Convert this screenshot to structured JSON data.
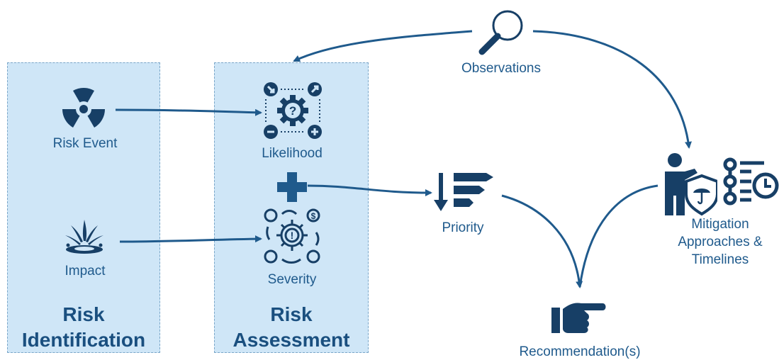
{
  "panels": {
    "identification": {
      "title_line1": "Risk",
      "title_line2": "Identification"
    },
    "assessment": {
      "title_line1": "Risk",
      "title_line2": "Assessment"
    }
  },
  "nodes": {
    "risk_event": "Risk Event",
    "impact": "Impact",
    "likelihood": "Likelihood",
    "severity": "Severity",
    "priority": "Priority",
    "observations": "Observations",
    "mitigation_line1": "Mitigation",
    "mitigation_line2": "Approaches &",
    "mitigation_line3": "Timelines",
    "recommendations": "Recommendation(s)"
  },
  "colors": {
    "panel_fill": "#cfe6f7",
    "icon_dark": "#173f66",
    "arrow": "#1f5a8c"
  }
}
